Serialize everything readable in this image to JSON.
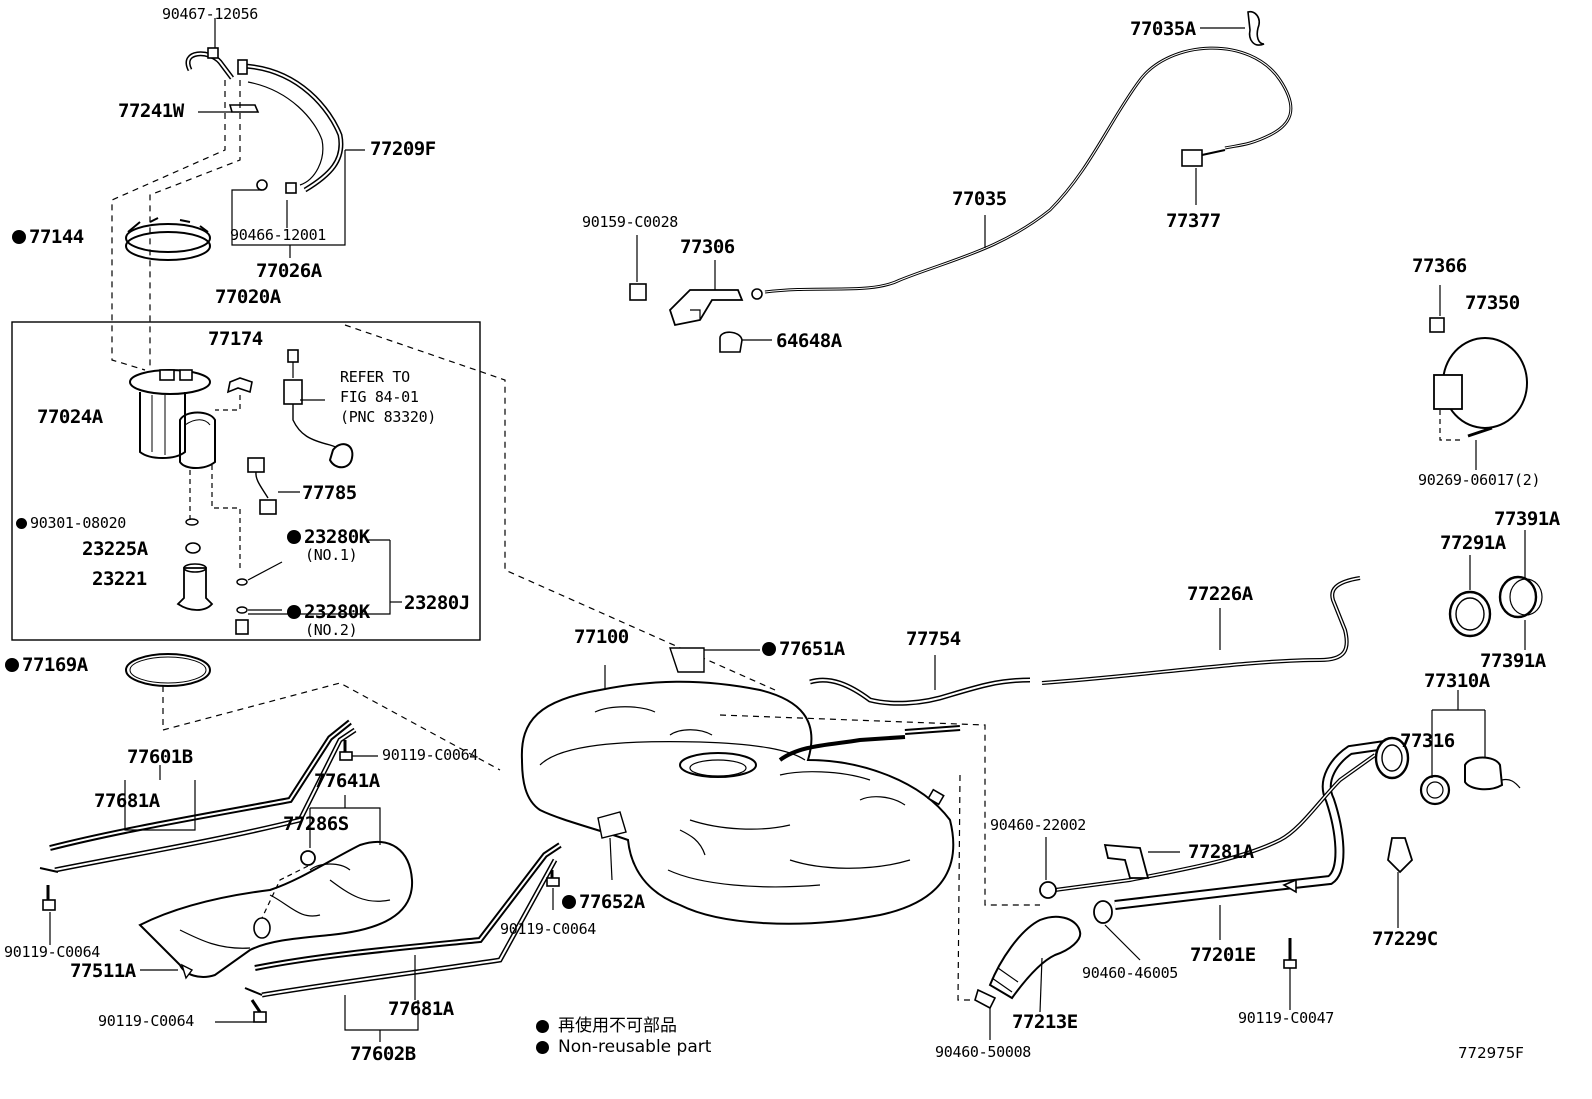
{
  "parts": {
    "p90467_12056": "90467-12056",
    "p77241W": "77241W",
    "p77209F": "77209F",
    "p77144": "77144",
    "p90466_12001": "90466-12001",
    "p77026A": "77026A",
    "p77020A": "77020A",
    "p77174": "77174",
    "p77024A": "77024A",
    "p77785": "77785",
    "p90301_08020": "90301-08020",
    "p23225A": "23225A",
    "p23221": "23221",
    "p23280K_1": "23280K",
    "p23280K_1_note": "(NO.1)",
    "p23280K_2": "23280K",
    "p23280K_2_note": "(NO.2)",
    "p23280J": "23280J",
    "p77169A": "77169A",
    "p77100": "77100",
    "p77651A": "77651A",
    "p77754": "77754",
    "p77226A": "77226A",
    "p90119_C0064_a": "90119-C0064",
    "p77601B": "77601B",
    "p77681A_a": "77681A",
    "p77641A": "77641A",
    "p77286S": "77286S",
    "p90119_C0064_b": "90119-C0064",
    "p77511A": "77511A",
    "p90119_C0064_c": "90119-C0064",
    "p77652A": "77652A",
    "p90119_C0064_d": "90119-C0064",
    "p77681A_b": "77681A",
    "p77602B": "77602B",
    "p77035A": "77035A",
    "p77035": "77035",
    "p77377": "77377",
    "p90159_C0028": "90159-C0028",
    "p77306": "77306",
    "p64648A": "64648A",
    "p77366": "77366",
    "p77350": "77350",
    "p90269_06017": "90269-06017(2)",
    "p77391A_a": "77391A",
    "p77291A": "77291A",
    "p77391A_b": "77391A",
    "p77310A": "77310A",
    "p77316": "77316",
    "p90460_22002": "90460-22002",
    "p77281A": "77281A",
    "p77201E": "77201E",
    "p90460_46005": "90460-46005",
    "p77229C": "77229C",
    "p90119_C0047": "90119-C0047",
    "p77213E": "77213E",
    "p90460_50008": "90460-50008"
  },
  "refer": {
    "line1": "REFER TO",
    "line2": "FIG 84-01",
    "line3": "(PNC 83320)"
  },
  "legend": {
    "jp": "再使用不可部品",
    "en": "Non-reusable part"
  },
  "figure_id": "772975F"
}
